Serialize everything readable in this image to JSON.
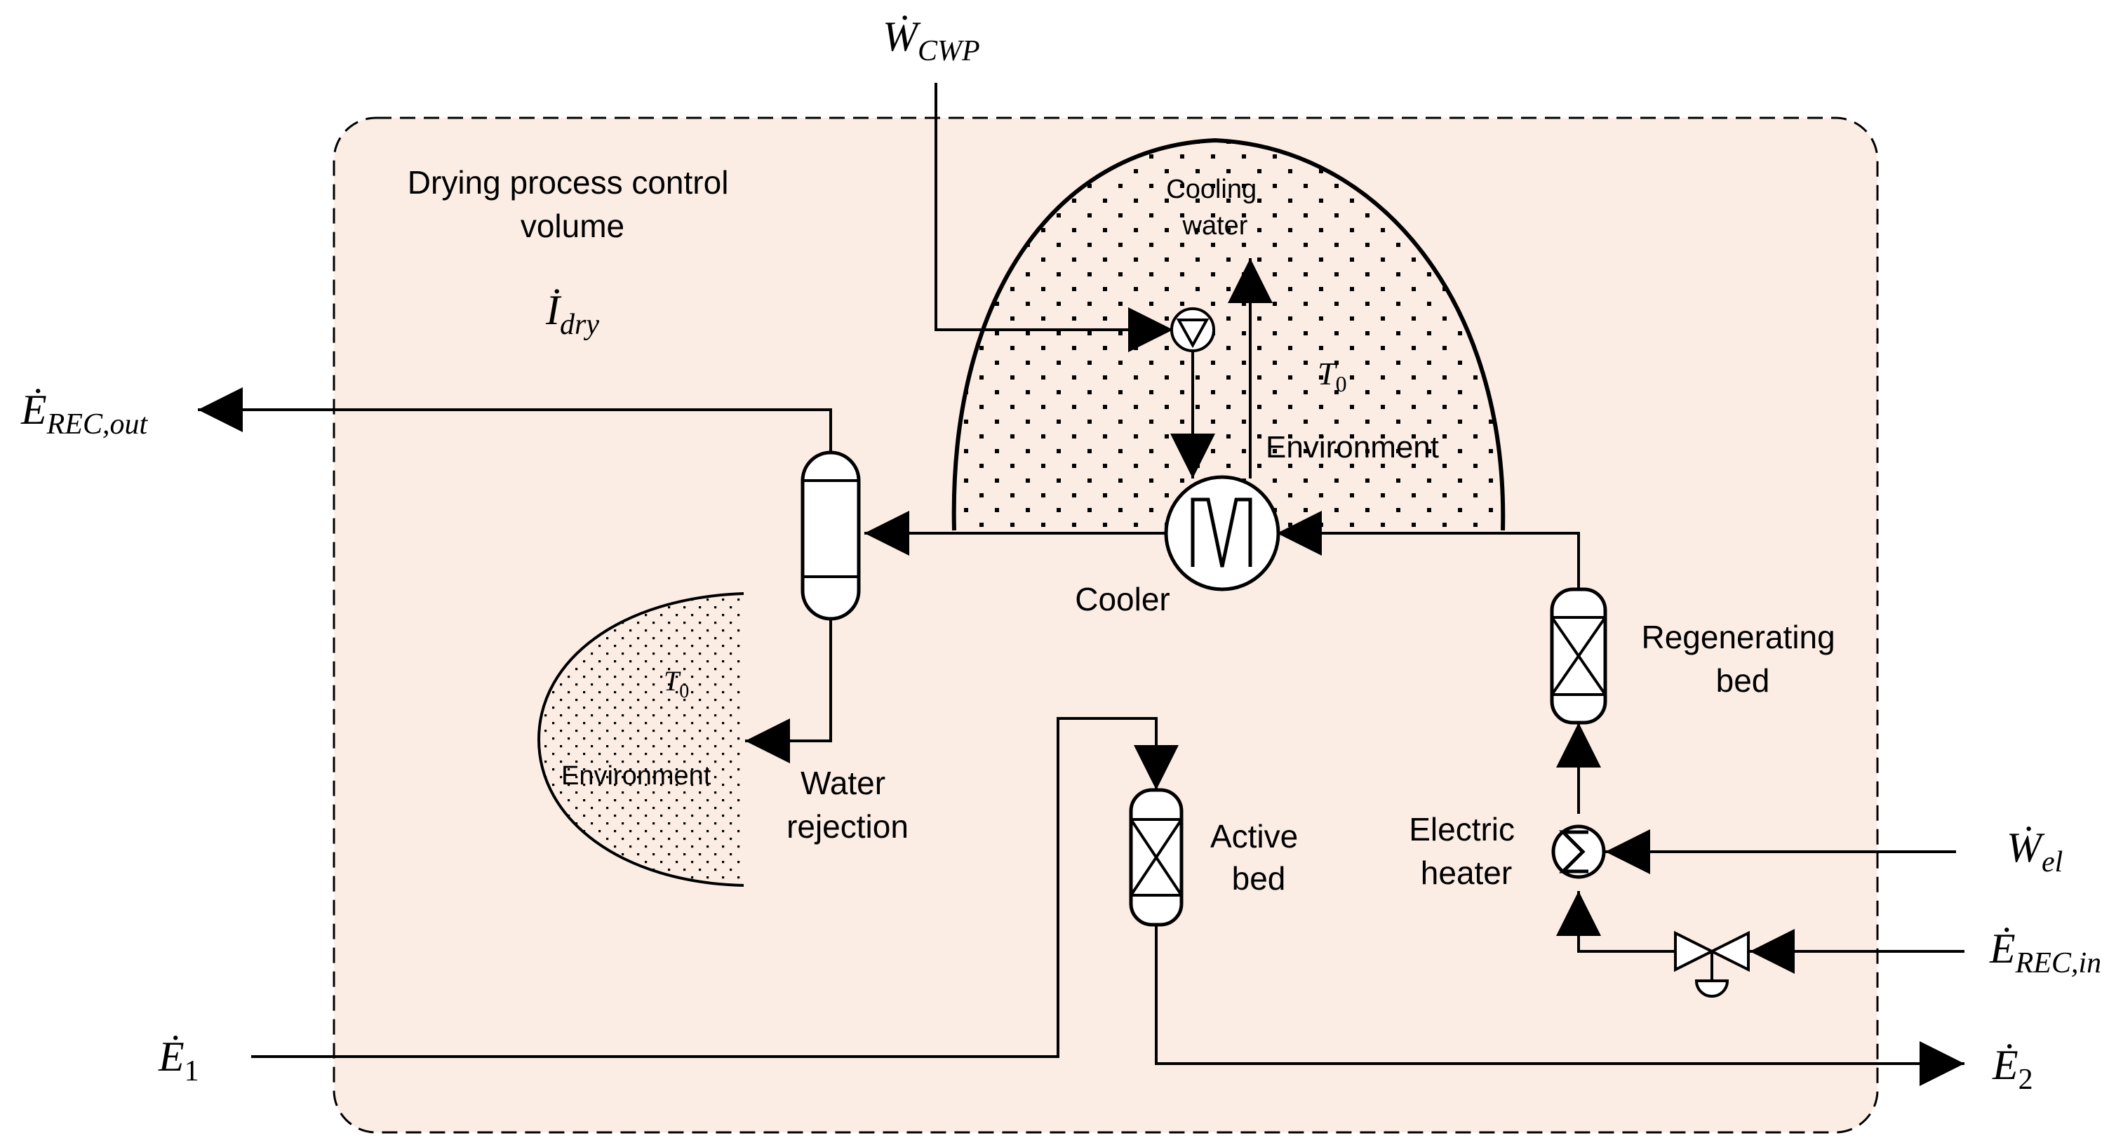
{
  "colors": {
    "control_volume_fill": "#fbede4",
    "line": "#000000",
    "environment_fill": "#ffffff",
    "dot": "#000000"
  },
  "labels": {
    "control_volume": [
      "Drying process control",
      "volume"
    ],
    "i_dry": {
      "main": "İ",
      "sub": "dry"
    },
    "w_cwp": {
      "main": "Ẇ",
      "sub": "CWP"
    },
    "e_rec_out": {
      "main": "Ė",
      "sub": "REC,out"
    },
    "e_rec_in": {
      "main": "Ė",
      "sub": "REC,in"
    },
    "w_el": {
      "main": "Ẇ",
      "sub": "el"
    },
    "e1": {
      "main": "Ė",
      "sub": "1"
    },
    "e2": {
      "main": "Ė",
      "sub": "2"
    },
    "cooling_water": [
      "Cooling",
      "water"
    ],
    "t0_upper": {
      "main": "T",
      "sub": "0"
    },
    "environment_upper": "Environment",
    "t0_lower": {
      "main": "T",
      "sub": "0"
    },
    "environment_lower": "Environment",
    "cooler": "Cooler",
    "water_rejection": [
      "Water",
      "rejection"
    ],
    "active_bed": [
      "Active",
      "bed"
    ],
    "regenerating_bed": [
      "Regenerating",
      "bed"
    ],
    "electric_heater": [
      "Electric",
      "heater"
    ]
  },
  "icons": {
    "pump": "pump-icon",
    "heat_exchanger": "cooler-icon",
    "separator": "separator-vessel-icon",
    "active_bed": "packed-bed-icon",
    "regenerating_bed": "packed-bed-icon",
    "heater": "electric-heater-icon",
    "valve": "valve-icon"
  }
}
